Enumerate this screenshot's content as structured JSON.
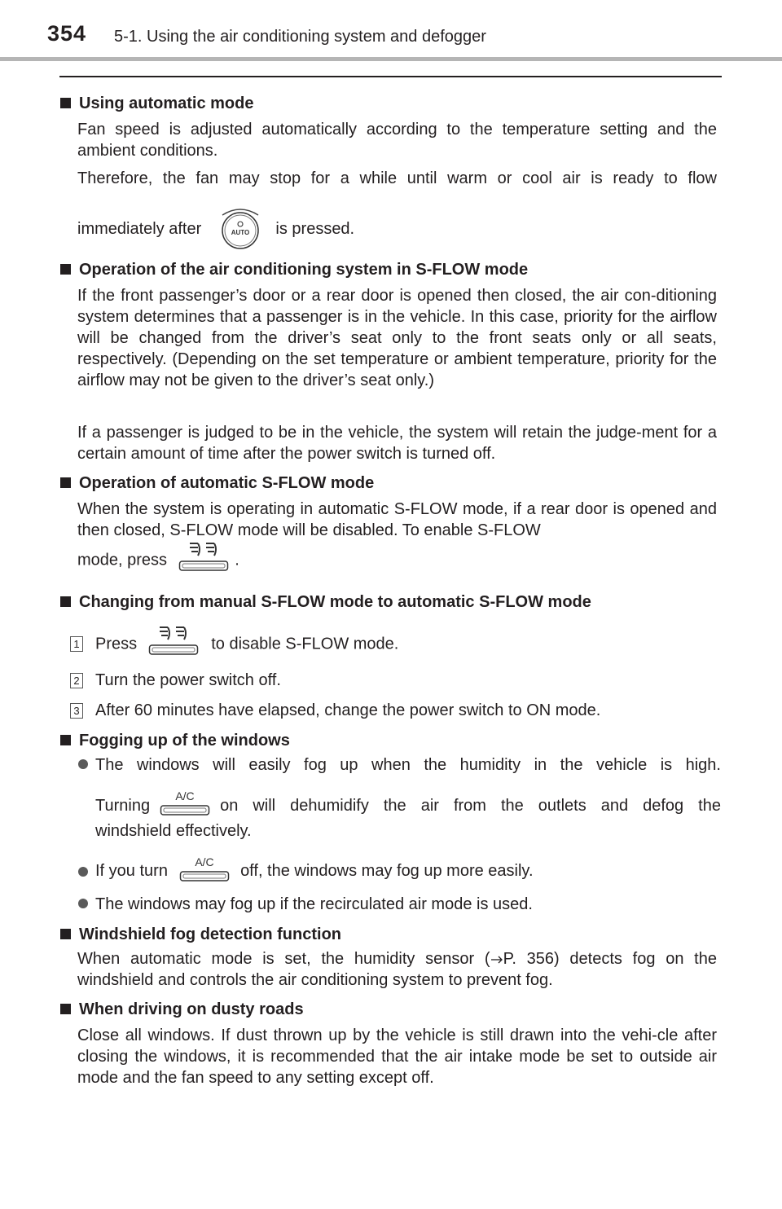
{
  "header": {
    "page_number": "354",
    "section_title": "5-1. Using the air conditioning system and defogger"
  },
  "icons": {
    "auto_button": "auto-button-icon",
    "sflow_button": "s-flow-button-icon",
    "ac_button": "ac-button-icon",
    "bullet_square": "square-bullet-icon",
    "bullet_circle": "circle-bullet-icon",
    "arrow": "arrow-right-icon"
  },
  "icon_text": {
    "auto": "AUTO",
    "ac": "A/C"
  },
  "sections": {
    "auto_mode": {
      "heading": "Using automatic mode",
      "p1": "Fan speed is adjusted automatically according to the temperature setting and the ambient conditions.",
      "p2_line1": "Therefore, the fan may stop for a while until warm or cool air is ready to flow",
      "p2_before": "immediately after",
      "p2_after": "is pressed."
    },
    "sflow_operation": {
      "heading": "Operation of the air conditioning system in S-FLOW mode",
      "p1": "If the front passenger’s door or a rear door is opened then closed, the air con-ditioning system determines that a passenger is in the vehicle. In this case, priority for the airflow will be changed from the driver’s seat only to the front seats only or all seats, respectively. (Depending on the set temperature or ambient temperature, priority for the airflow may not be given to the driver’s seat only.)",
      "p2": "If a passenger is judged to be in the vehicle, the system will retain the judge-ment for a certain amount of time after the power switch is turned off."
    },
    "auto_sflow": {
      "heading": "Operation of automatic S-FLOW mode",
      "p1": "When the system is operating in automatic S-FLOW mode, if a rear door is opened and then closed, S-FLOW mode will be disabled. To enable S-FLOW",
      "p2_before": "mode, press",
      "p2_after": "."
    },
    "changing": {
      "heading": "Changing from manual S-FLOW mode to automatic S-FLOW mode",
      "steps": [
        {
          "num": "1",
          "before": "Press",
          "after": "to disable S-FLOW mode."
        },
        {
          "num": "2",
          "text": "Turn the power switch off."
        },
        {
          "num": "3",
          "text": "After 60 minutes have elapsed, change the power switch to ON mode."
        }
      ]
    },
    "fogging": {
      "heading": "Fogging up of the windows",
      "b1_line1": "The windows will easily fog up when the humidity in the vehicle is high.",
      "b1_before": "Turning",
      "b1_after": "on will dehumidify the air from the outlets and defog the",
      "b1_line3": "windshield effectively.",
      "b2_before": "If you turn",
      "b2_after": "off, the windows may fog up more easily.",
      "b3": "The windows may fog up if the recirculated air mode is used."
    },
    "windshield": {
      "heading": "Windshield fog detection function",
      "p1_before": "When automatic mode is set, the humidity sensor (",
      "p1_ref": "P. 356",
      "p1_after": ") detects fog on the windshield and controls the air conditioning system to prevent fog."
    },
    "dusty": {
      "heading": "When driving on dusty roads",
      "p1": "Close all windows. If dust thrown up by the vehicle is still drawn into the vehi-cle after closing the windows, it is recommended that the air intake mode be set to outside air mode and the fan speed to any setting except off."
    }
  }
}
